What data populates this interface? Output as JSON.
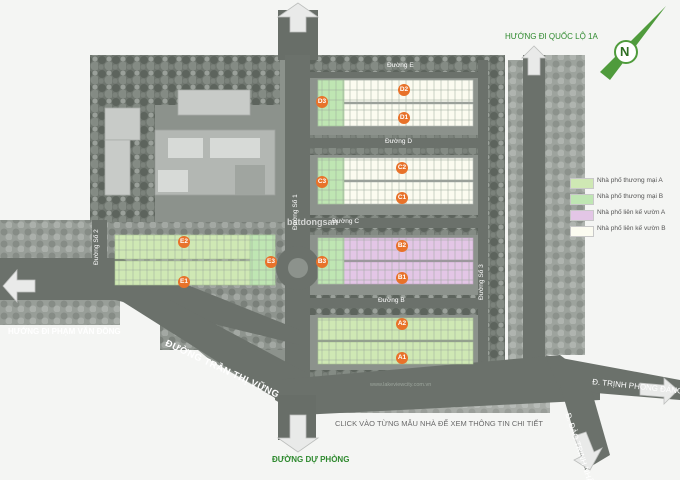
{
  "labels": {
    "direction_north_highway": "HƯỚNG ĐI QUỐC LỘ 1A",
    "direction_west": "HƯỚNG ĐI PHẠM VĂN ĐỒNG",
    "road_bottom_center": "ĐƯỜNG DỰ PHÒNG",
    "road_diagonal": "ĐƯỜNG TRẦN THỊ VỮNG",
    "road_east": "Đ. TRỊNH PHONG ĐÁNG",
    "road_southeast": "Đ. ĐÀO TRINH NHẤT",
    "street_e": "Đường E",
    "street_d": "Đường D",
    "street_c": "Đường C",
    "street_b": "Đường B",
    "street_so2": "Đường Số 2",
    "street_so3": "Đường Số 3",
    "street_so1": "Đường Số 1",
    "click_note": "CLICK VÀO TỪNG MẪU NHÀ ĐỂ XEM THÔNG TIN CHI TIẾT",
    "watermark": "batdongsan",
    "url": "www.lakeviewcity.com.vn",
    "compass": "N"
  },
  "legend": [
    {
      "label": "Nhà phố thương mại A",
      "color": "#cfe8b4"
    },
    {
      "label": "Nhà phố thương mại B",
      "color": "#bfe6b3"
    },
    {
      "label": "Nhà phố liên kế vườn A",
      "color": "#e3c6e6"
    },
    {
      "label": "Nhà phố liên kế vườn B",
      "color": "#fbfbf0"
    }
  ],
  "blocks": [
    "D2",
    "D3",
    "D1",
    "C2",
    "C3",
    "C1",
    "E2",
    "E3",
    "E1",
    "B2",
    "B3",
    "B1",
    "A2",
    "A1"
  ]
}
